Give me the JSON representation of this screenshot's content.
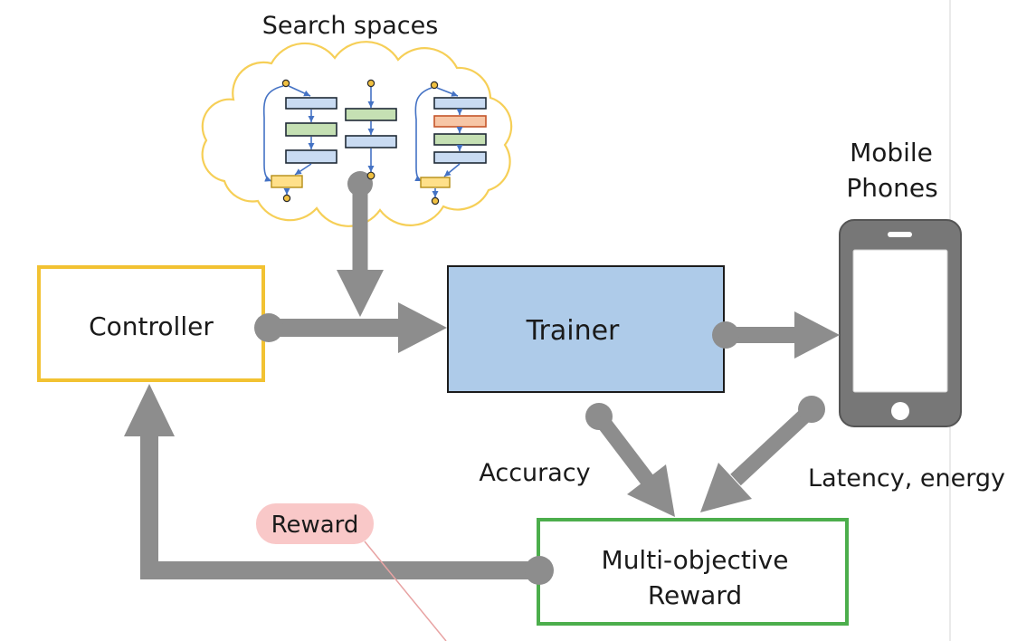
{
  "diagram": {
    "search_spaces": {
      "label": "Search spaces"
    },
    "controller": {
      "label": "Controller"
    },
    "trainer": {
      "label": "Trainer"
    },
    "mobile_phones": {
      "lines": [
        "Mobile",
        "Phones"
      ]
    },
    "accuracy": {
      "label": "Accuracy"
    },
    "latency_energy": {
      "label": "Latency, energy"
    },
    "multi_objective_reward": {
      "lines": [
        "Multi-objective",
        "Reward"
      ]
    },
    "reward_tag": {
      "label": "Reward"
    }
  },
  "icons": {
    "phone": "mobile-phone-icon"
  },
  "colors": {
    "controller_border": "#f2c232",
    "trainer_fill": "#aecbe9",
    "reward_border": "#4cae4c",
    "arrow": "#8d8d8d",
    "cloud_outline": "#f6cf57",
    "phone_body": "#777777",
    "reward_tag_fill": "#f9c8c8",
    "text": "#1a1a1a"
  }
}
